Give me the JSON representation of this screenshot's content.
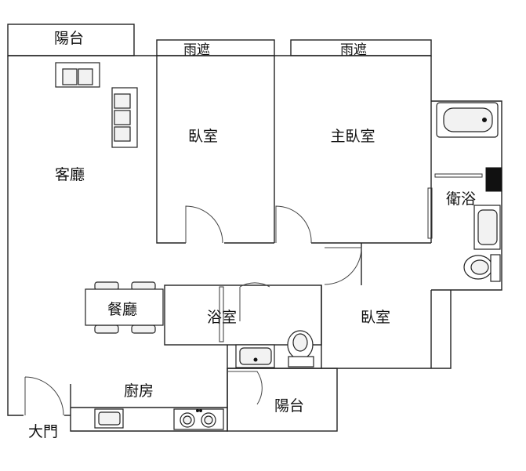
{
  "rooms": {
    "living_room": "客廳",
    "dining_room": "餐廳",
    "kitchen": "廚房",
    "bedroom_1": "臥室",
    "master_bedroom": "主臥室",
    "bedroom_2": "臥室",
    "bathroom_1": "浴室",
    "bathroom_2": "衛浴",
    "balcony_top": "陽台",
    "balcony_bottom": "陽台",
    "rain_shelter_1": "雨遮",
    "rain_shelter_2": "雨遮",
    "main_door": "大門"
  },
  "colors": {
    "wall": "#222222",
    "background": "#ffffff",
    "fixture_fill": "#f2f2f2",
    "water_heater": "#111111"
  }
}
